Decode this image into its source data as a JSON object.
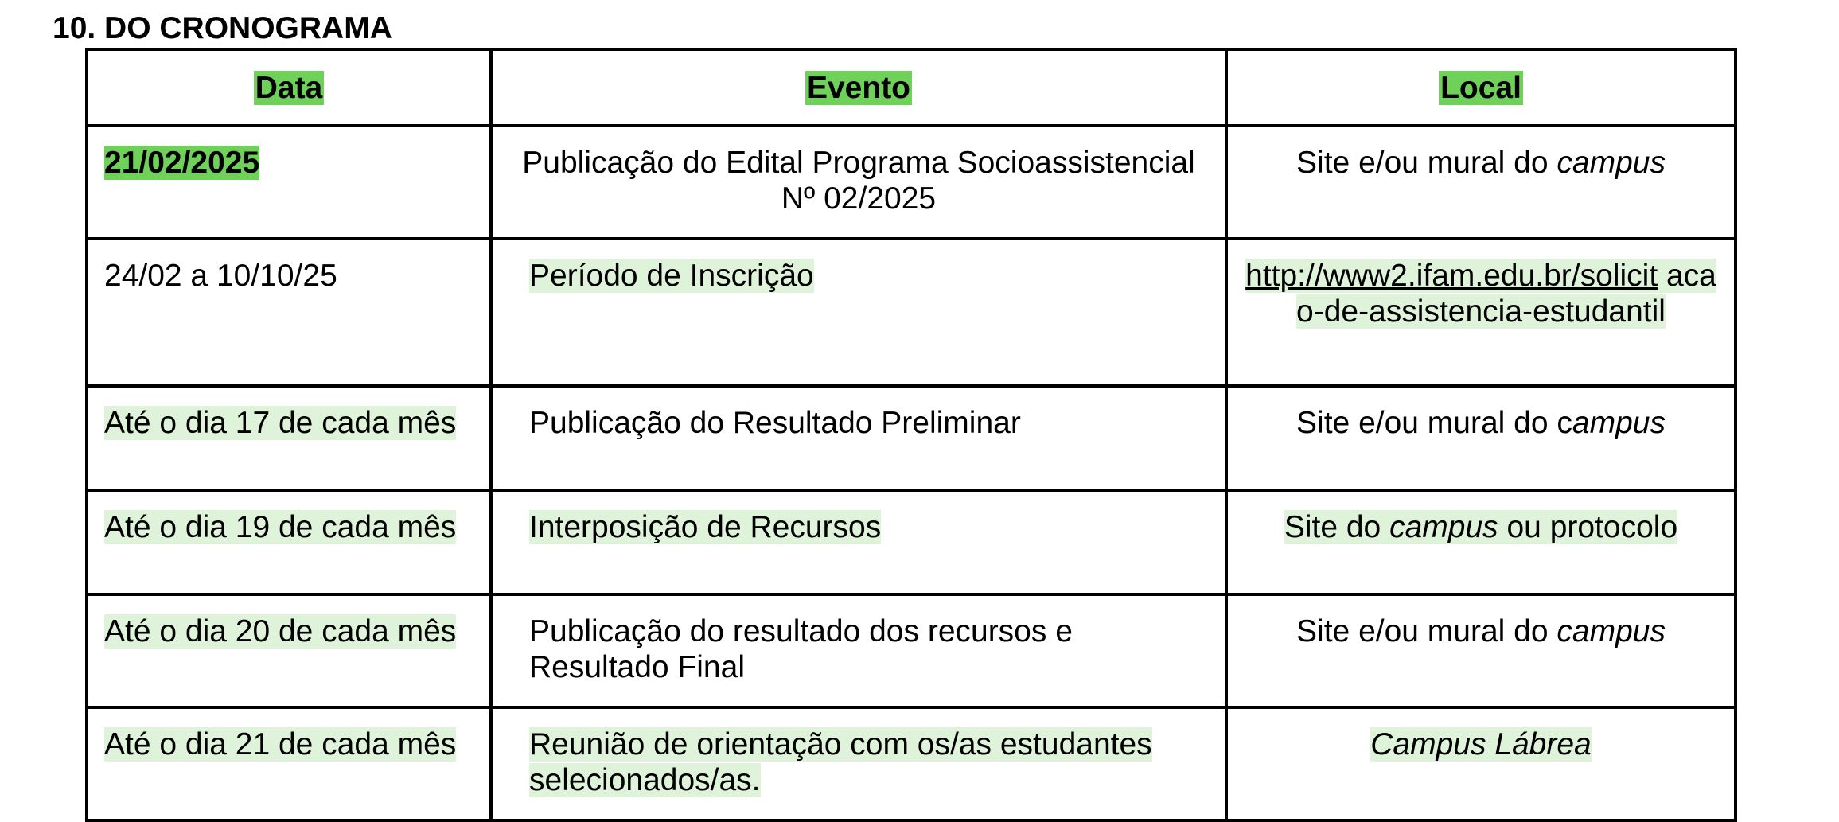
{
  "section_title": "10. DO CRONOGRAMA",
  "colors": {
    "header_highlight": "#6fd05a",
    "soft_highlight": "#dff2da",
    "border": "#000000"
  },
  "table": {
    "headers": {
      "data": "Data",
      "evento": "Evento",
      "local": "Local"
    },
    "rows": [
      {
        "data": "21/02/2025",
        "evento": "Publicação do Edital Programa Socioassistencial Nº 02/2025",
        "local_prefix": "Site e/ou mural do ",
        "local_italic": "campus"
      },
      {
        "data": "24/02 a 10/10/25",
        "evento": "Período de Inscrição",
        "local_link": "http://www2.ifam.edu.br/solicit",
        "local_rest": " acao-de-assistencia-estudantil"
      },
      {
        "data": "Até o dia 17 de cada mês",
        "evento": "Publicação do Resultado Preliminar",
        "local_prefix": "Site e/ou mural do c",
        "local_italic": "ampus"
      },
      {
        "data": "Até o dia 19 de cada mês",
        "evento": "Interposição de Recursos",
        "local_prefix": "Site do ",
        "local_italic": "campus",
        "local_suffix": " ou protocolo"
      },
      {
        "data": "Até o dia 20 de cada mês",
        "evento": "Publicação do resultado dos recursos e Resultado Final",
        "local_prefix": "Site e/ou mural do ",
        "local_italic": "campus"
      },
      {
        "data": "Até o dia 21 de cada mês",
        "evento": "Reunião de orientação com os/as estudantes selecionados/as.",
        "local_italic": "Campus Lábrea"
      }
    ]
  }
}
